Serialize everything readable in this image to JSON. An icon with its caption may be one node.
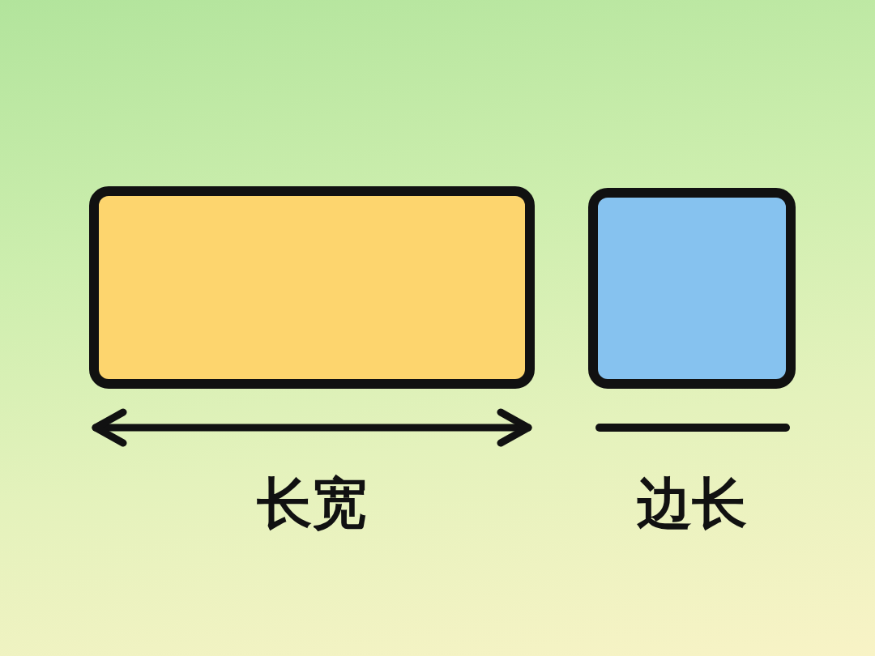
{
  "diagram": {
    "nodes": [
      {
        "text": [],
        "shape": "box",
        "beside": [
          "长宽"
        ]
      },
      {
        "text": [],
        "shape": "box",
        "beside": [
          "边长"
        ]
      }
    ]
  }
}
